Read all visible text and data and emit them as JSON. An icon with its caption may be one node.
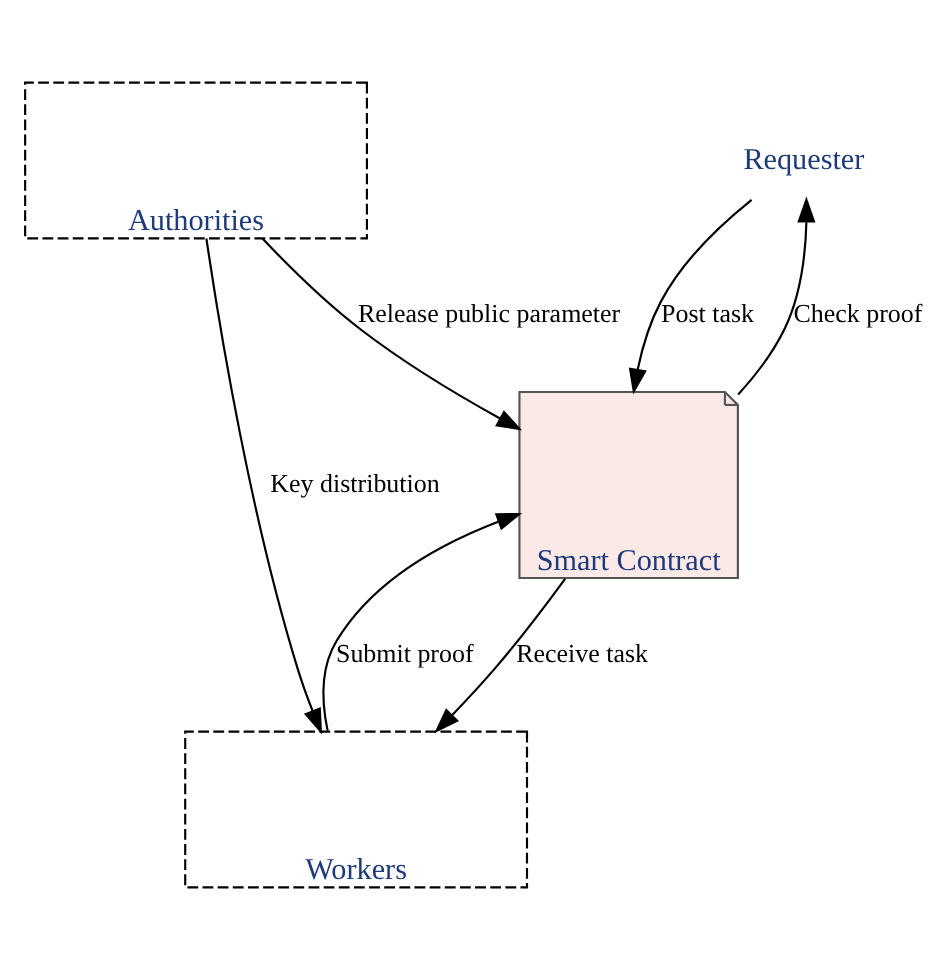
{
  "diagram": {
    "nodes": [
      {
        "text": [
          "Authorities"
        ]
      },
      {
        "text": [
          "Requester"
        ]
      },
      {
        "text": [
          "Smart Contract"
        ]
      },
      {
        "text": [
          "Workers"
        ]
      }
    ],
    "edges": [
      {
        "from": 0,
        "to": 3,
        "arrow": "to",
        "label": "Key distribution"
      },
      {
        "from": 0,
        "to": 2,
        "arrow": "to",
        "label": "Release public parameter"
      },
      {
        "from": 2,
        "to": 1,
        "arrow": "to",
        "label": "Check proof"
      },
      {
        "from": 1,
        "to": 2,
        "arrow": "to",
        "label": "Post task"
      },
      {
        "from": 3,
        "to": 2,
        "arrow": "to",
        "label": "Submit proof"
      },
      {
        "from": 2,
        "to": 3,
        "arrow": "to",
        "label": "Receive task"
      }
    ]
  }
}
